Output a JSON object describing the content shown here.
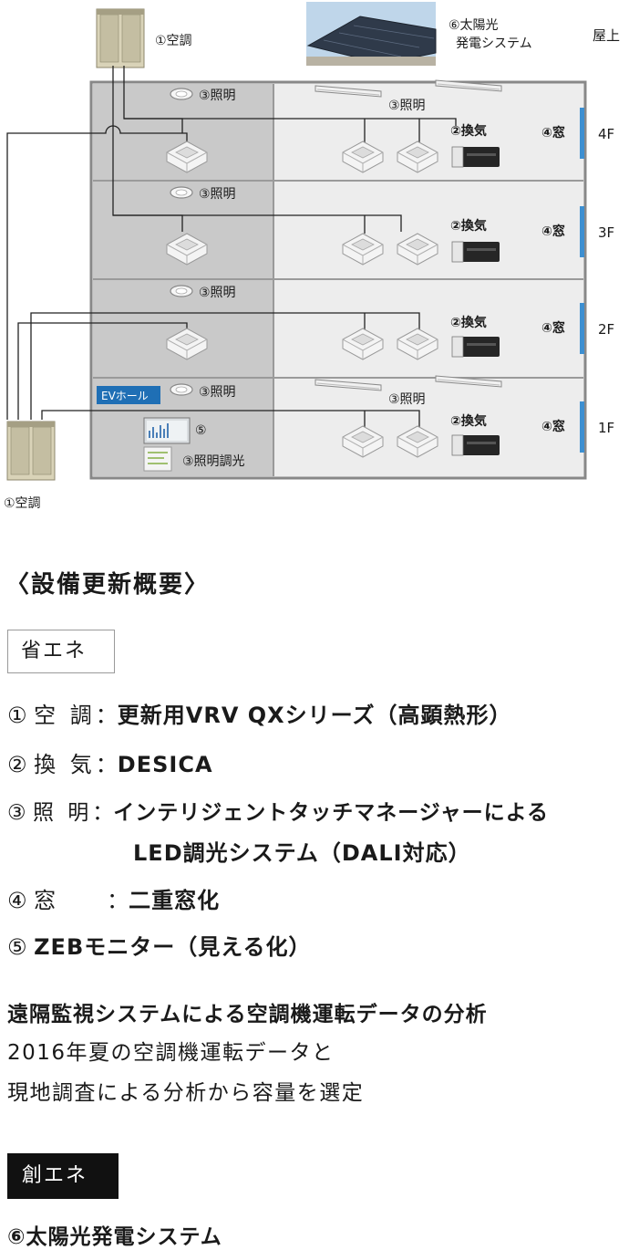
{
  "diagram": {
    "rooftop": {
      "solar_label_1": "⑥太陽光",
      "solar_label_2": "発電システム",
      "floor": "屋上"
    },
    "ac_label": "①空調",
    "floors": [
      {
        "name": "4F",
        "lighting": "③照明",
        "ventilation": "②換気",
        "window": "④窓"
      },
      {
        "name": "3F",
        "lighting": "③照明",
        "ventilation": "②換気",
        "window": "④窓"
      },
      {
        "name": "2F",
        "lighting": "③照明",
        "ventilation": "②換気",
        "window": "④窓"
      },
      {
        "name": "1F",
        "lighting": "③照明",
        "ventilation": "②換気",
        "window": "④窓"
      }
    ],
    "ev_hall": "EVホール",
    "zeb_monitor": "⑤",
    "dimming": "③照明調光",
    "colors": {
      "window_accent": "#3d8fd1",
      "core_gray": "#c9c9c9",
      "office_gray": "#ededed",
      "ev_tag": "#1f6fb5"
    }
  },
  "summary": {
    "heading": "〈設備更新概要〉",
    "energy_saving": {
      "tag": "省エネ",
      "items": [
        {
          "num": "①",
          "key": "空 調",
          "sep": "：",
          "value": "更新用VRV QXシリーズ（高顕熱形）"
        },
        {
          "num": "②",
          "key": "換 気",
          "sep": "：",
          "value": "DESICA"
        },
        {
          "num": "③",
          "key": "照 明",
          "sep": "：",
          "value": "インテリジェントタッチマネージャーによる",
          "value2": "LED調光システム（DALI対応）"
        },
        {
          "num": "④",
          "key": "窓",
          "sep": "：",
          "value": "二重窓化"
        },
        {
          "num": "⑤",
          "key": "",
          "sep": "",
          "value": "ZEBモニター（見える化）"
        }
      ]
    },
    "remote": {
      "title": "遠隔監視システムによる空調機運転データの分析",
      "line1": "2016年夏の空調機運転データと",
      "line2": "現地調査による分析から容量を選定"
    },
    "energy_creation": {
      "tag": "創エネ",
      "item": "⑥太陽光発電システム"
    }
  }
}
